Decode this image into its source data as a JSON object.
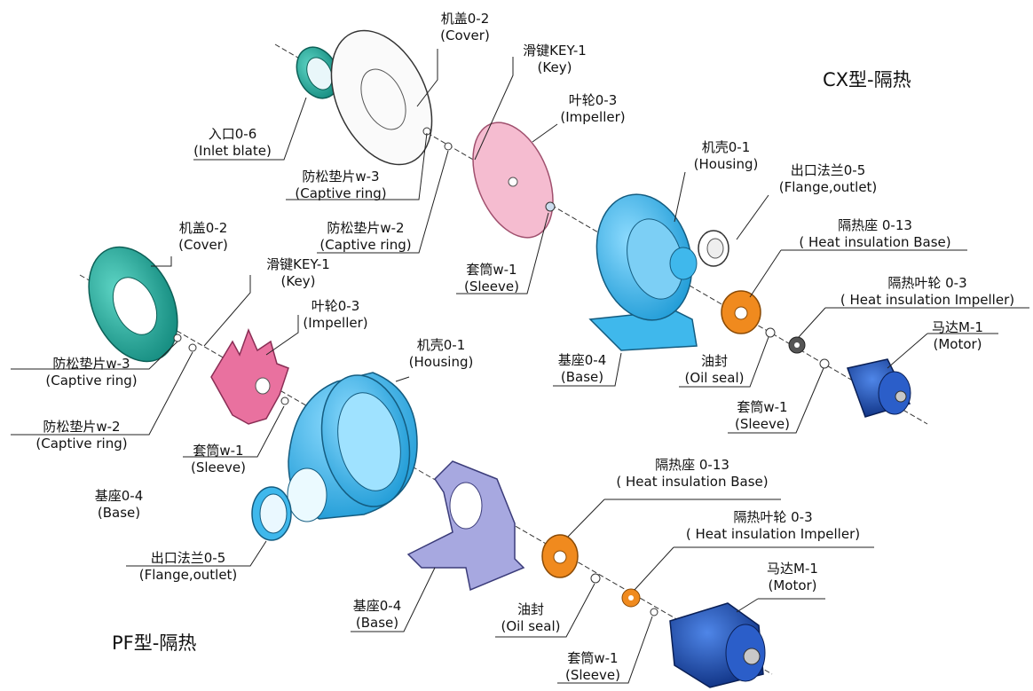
{
  "titles": {
    "cx": "CX型-隔热",
    "pf": "PF型-隔热"
  },
  "colors": {
    "teal": "#2ab3a6",
    "cover_pink": "#f2b6c8",
    "impeller_pink": "#e9719f",
    "housing_blue": "#3fb8ec",
    "base_lavender": "#a7a8e0",
    "orange": "#f08a1e",
    "motor_blue": "#1d4db0"
  },
  "cx_labels": {
    "cover": {
      "zh": "机盖0-2",
      "en": "(Cover)"
    },
    "key": {
      "zh": "滑键KEY-1",
      "en": "(Key)"
    },
    "impeller": {
      "zh": "叶轮0-3",
      "en": "(Impeller)"
    },
    "inlet": {
      "zh": "入口0-6",
      "en": "(Inlet blate)"
    },
    "captive_w3": {
      "zh": "防松垫片w-3",
      "en": "(Captive ring)"
    },
    "captive_w2": {
      "zh": "防松垫片w-2",
      "en": "(Captive ring)"
    },
    "housing": {
      "zh": "机壳0-1",
      "en": "(Housing)"
    },
    "flange": {
      "zh": "出口法兰0-5",
      "en": "(Flange,outlet)"
    },
    "heat_base": {
      "zh": "隔热座 0-13",
      "en": "( Heat insulation Base)"
    },
    "heat_impeller": {
      "zh": "隔热叶轮 0-3",
      "en": "( Heat insulation Impeller)"
    },
    "sleeve_left": {
      "zh": "套筒w-1",
      "en": "(Sleeve)"
    },
    "base": {
      "zh": "基座0-4",
      "en": "(Base)"
    },
    "oil_seal": {
      "zh": "油封",
      "en": "(Oil seal)"
    },
    "sleeve_right": {
      "zh": "套筒w-1",
      "en": "(Sleeve)"
    },
    "motor": {
      "zh": "马达M-1",
      "en": "(Motor)"
    }
  },
  "pf_labels": {
    "cover": {
      "zh": "机盖0-2",
      "en": "(Cover)"
    },
    "key": {
      "zh": "滑键KEY-1",
      "en": "(Key)"
    },
    "impeller": {
      "zh": "叶轮0-3",
      "en": "(Impeller)"
    },
    "captive_w3": {
      "zh": "防松垫片w-3",
      "en": "(Captive ring)"
    },
    "housing": {
      "zh": "机壳0-1",
      "en": "(Housing)"
    },
    "captive_w2": {
      "zh": "防松垫片w-2",
      "en": "(Captive ring)"
    },
    "sleeve": {
      "zh": "套筒w-1",
      "en": "(Sleeve)"
    },
    "base_left": {
      "zh": "基座0-4",
      "en": "(Base)"
    },
    "heat_base": {
      "zh": "隔热座 0-13",
      "en": "( Heat insulation Base)"
    },
    "heat_impeller": {
      "zh": "隔热叶轮 0-3",
      "en": "( Heat insulation Impeller)"
    },
    "flange": {
      "zh": "出口法兰0-5",
      "en": "(Flange,outlet)"
    },
    "motor": {
      "zh": "马达M-1",
      "en": "(Motor)"
    },
    "base_mid": {
      "zh": "基座0-4",
      "en": "(Base)"
    },
    "oil_seal": {
      "zh": "油封",
      "en": "(Oil seal)"
    },
    "sleeve_bottom": {
      "zh": "套筒w-1",
      "en": "(Sleeve)"
    }
  }
}
